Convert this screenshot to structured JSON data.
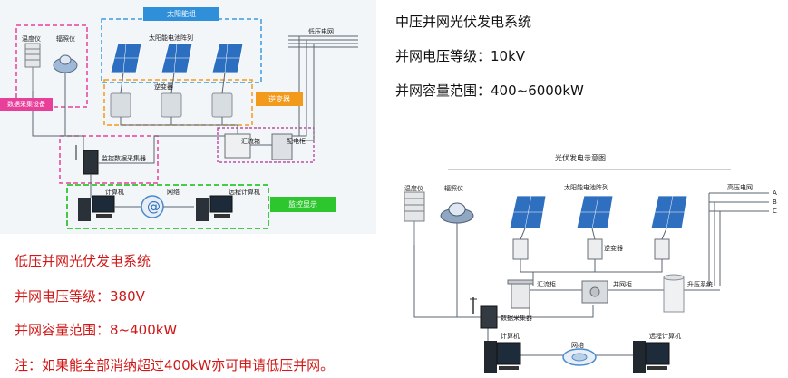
{
  "left_diagram": {
    "solar_group_tag": "太阳能组",
    "temp_meter": "温度仪",
    "irradiance_meter": "辐照仪",
    "array_label": "太阳能电池阵列",
    "grid_label": "低压电网",
    "inverter_label": "逆变器",
    "inverter_tag": "逆变器",
    "combiner_label": "汇流箱",
    "meter_cabinet_label": "配电柜",
    "data_collector_label": "监控数据采集器",
    "data_collection_tag": "数据采集设备",
    "computer_label": "计算机",
    "network_label": "网络",
    "remote_computer_label": "远程计算机",
    "monitor_display_tag": "监控显示"
  },
  "medium_voltage": {
    "title": "中压并网光伏发电系统",
    "voltage_level": "并网电压等级：10kV",
    "capacity_range": "并网容量范围：400~6000kW"
  },
  "low_voltage": {
    "title": "低压并网光伏发电系统",
    "voltage_level": "并网电压等级：380V",
    "capacity_range": "并网容量范围：8~400kW",
    "note": "注：如果能全部消纳超过400kW亦可申请低压并网。"
  },
  "right_diagram": {
    "title": "光伏发电示意图",
    "temp_meter": "温度仪",
    "irradiance_meter": "辐照仪",
    "array_label": "太阳能电池阵列",
    "grid_label": "高压电网",
    "phase_a": "A",
    "phase_b": "B",
    "phase_c": "C",
    "inverter_label": "逆变器",
    "combiner_label": "汇流柜",
    "grid_cabinet_label": "并网柜",
    "boost_label": "升压系统",
    "data_collector_label": "数据采集器",
    "computer_label": "计算机",
    "network_label": "网络",
    "remote_computer_label": "远程计算机"
  },
  "colors": {
    "accent_blue": "#2f8fd8",
    "accent_orange": "#f29a1c",
    "accent_green": "#2ec62e",
    "accent_pink": "#e8409a",
    "text_red": "#d01818"
  }
}
